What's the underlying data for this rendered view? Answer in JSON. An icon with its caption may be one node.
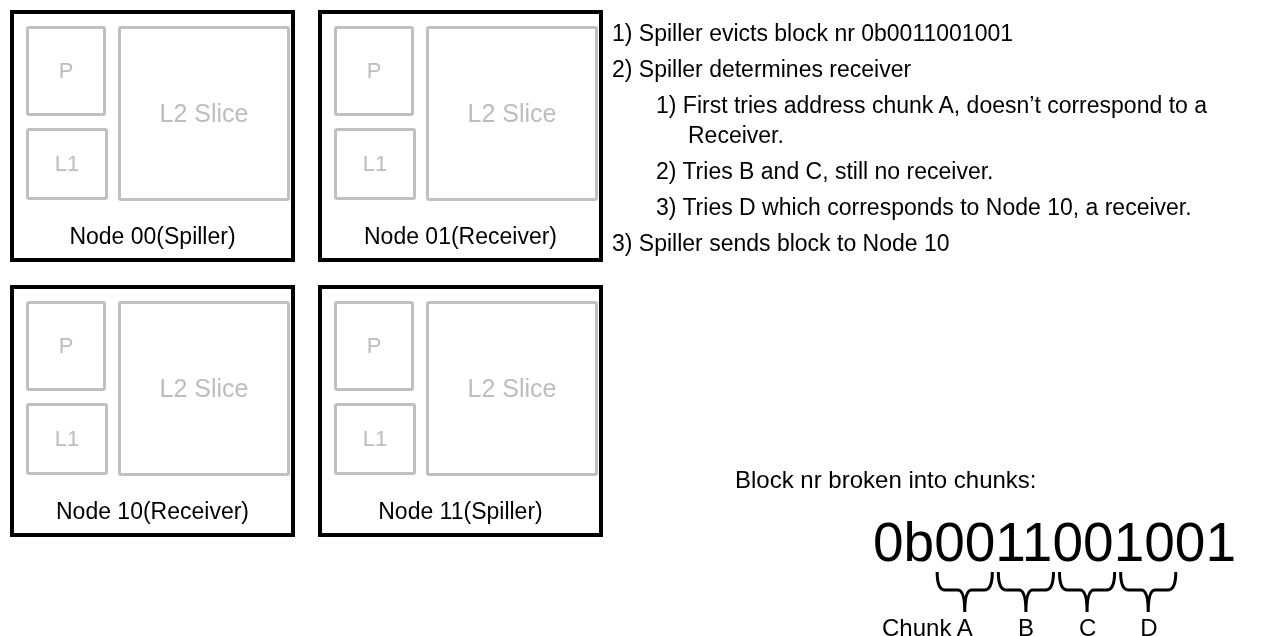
{
  "diagram": {
    "nodes": [
      {
        "text": [
          "Node 00(Spiller)"
        ]
      },
      {
        "text": [
          "P"
        ],
        "in": 0
      },
      {
        "text": [
          "L1"
        ],
        "in": 0
      },
      {
        "text": [
          "L2 Slice"
        ],
        "in": 0
      },
      {
        "text": [
          "Node 01(Receiver)"
        ]
      },
      {
        "text": [
          "P"
        ],
        "in": 4
      },
      {
        "text": [
          "L1"
        ],
        "in": 4
      },
      {
        "text": [
          "L2 Slice"
        ],
        "in": 4
      },
      {
        "text": [
          "Node 10(Receiver)"
        ]
      },
      {
        "text": [
          "P"
        ],
        "in": 8
      },
      {
        "text": [
          "L1"
        ],
        "in": 8
      },
      {
        "text": [
          "L2 Slice"
        ],
        "in": 8
      },
      {
        "text": [
          "Node 11(Spiller)"
        ]
      },
      {
        "text": [
          "P"
        ],
        "in": 12
      },
      {
        "text": [
          "L1"
        ],
        "in": 12
      },
      {
        "text": [
          "L2 Slice"
        ],
        "in": 12
      }
    ],
    "labels": [
      "1) Spiller evicts block nr 0b0011001001",
      "2) Spiller determines receiver",
      "1) First tries address chunk A, doesn’t correspond to a Receiver.",
      "2) Tries B and C, still no receiver.",
      "3) Tries D which corresponds to Node 10, a receiver.",
      "3) Spiller sends block to Node 10",
      "Block nr broken into chunks:",
      "0b0011001001",
      "Chunk A",
      "B",
      "C",
      "D"
    ]
  }
}
